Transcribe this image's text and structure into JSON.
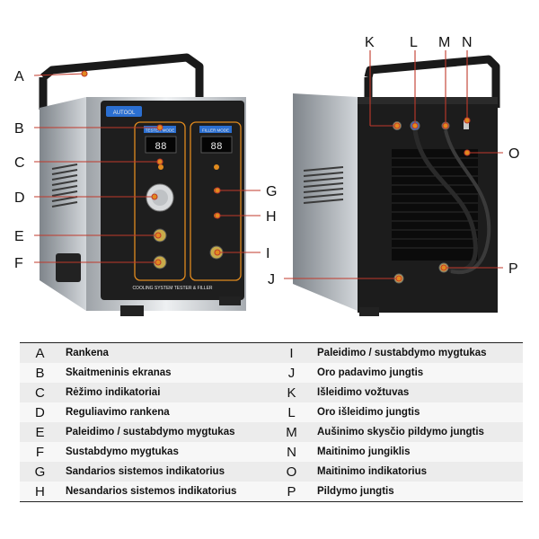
{
  "device": {
    "brand": "AUTOOL",
    "mode_left": "TESTER MODE",
    "mode_right": "FILLER MODE",
    "title": "COOLING SYSTEM TESTER & FILLER"
  },
  "callouts": [
    "A",
    "B",
    "C",
    "D",
    "E",
    "F",
    "G",
    "H",
    "I",
    "J",
    "K",
    "L",
    "M",
    "N",
    "O",
    "P"
  ],
  "legend": [
    {
      "left_letter": "A",
      "left_text": "Rankena",
      "right_letter": "I",
      "right_text": "Paleidimo / sustabdymo mygtukas"
    },
    {
      "left_letter": "B",
      "left_text": "Skaitmeninis ekranas",
      "right_letter": "J",
      "right_text": "Oro padavimo jungtis"
    },
    {
      "left_letter": "C",
      "left_text": "Rėžimo indikatoriai",
      "right_letter": "K",
      "right_text": "Išleidimo vožtuvas"
    },
    {
      "left_letter": "D",
      "left_text": "Reguliavimo rankena",
      "right_letter": "L",
      "right_text": "Oro išleidimo jungtis"
    },
    {
      "left_letter": "E",
      "left_text": "Paleidimo / sustabdymo mygtukas",
      "right_letter": "M",
      "right_text": "Aušinimo skysčio pildymo jungtis"
    },
    {
      "left_letter": "F",
      "left_text": "Sustabdymo mygtukas",
      "right_letter": "N",
      "right_text": "Maitinimo jungiklis"
    },
    {
      "left_letter": "G",
      "left_text": "Sandarios sistemos indikatorius",
      "right_letter": "O",
      "right_text": "Maitinimo indikatorius"
    },
    {
      "left_letter": "H",
      "left_text": "Nesandarios sistemos indikatorius",
      "right_letter": "P",
      "right_text": "Pildymo jungtis"
    }
  ],
  "colors": {
    "accent_orange": "#e08a1e",
    "panel_dark": "#1e1e1e",
    "steel": "#c9cdd1",
    "text": "#111111"
  }
}
